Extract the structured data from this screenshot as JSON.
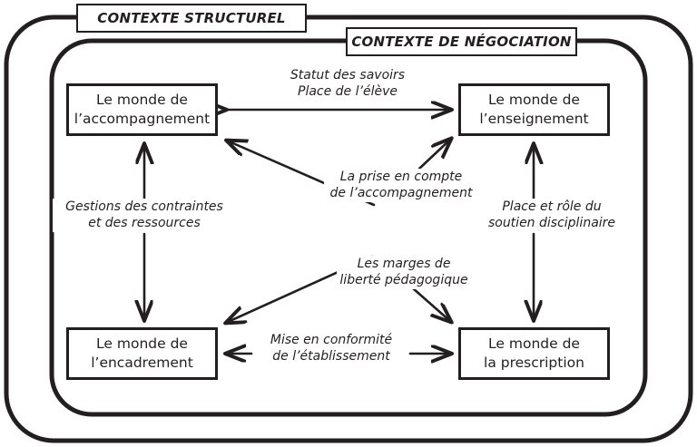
{
  "diagram": {
    "title": "Contexte structurel / Contexte de négociation",
    "frames": [
      {
        "id": "structurel",
        "label": "CONTEXTE STRUCTUREL"
      },
      {
        "id": "negociation",
        "label": "CONTEXTE DE NÉGOCIATION"
      }
    ],
    "nodes": [
      {
        "id": "accompagnement",
        "line1": "Le monde de",
        "line2": "l’accompagnement"
      },
      {
        "id": "enseignement",
        "line1": "Le monde de",
        "line2": "l’enseignement"
      },
      {
        "id": "encadrement",
        "line1": "Le monde de",
        "line2": "l’encadrement"
      },
      {
        "id": "prescription",
        "line1": "Le monde de",
        "line2": "la prescription"
      }
    ],
    "edges": [
      {
        "id": "top",
        "from": "accompagnement",
        "to": "enseignement",
        "direction": "both",
        "line1": "Statut des savoirs",
        "line2": "Place de l’élève"
      },
      {
        "id": "left",
        "from": "accompagnement",
        "to": "encadrement",
        "direction": "both",
        "line1": "Gestions des contraintes",
        "line2": "et des ressources"
      },
      {
        "id": "right",
        "from": "enseignement",
        "to": "prescription",
        "direction": "both",
        "line1": "Place et rôle du",
        "line2": "soutien disciplinaire"
      },
      {
        "id": "bottom",
        "from": "encadrement",
        "to": "prescription",
        "direction": "both",
        "line1": "Mise en conformité",
        "line2": "de l’établissement"
      },
      {
        "id": "diagonal-encadrement-enseignement",
        "from": "encadrement",
        "to": "enseignement",
        "direction": "both",
        "line1": "La prise en compte",
        "line2": "de l’accompagnement"
      },
      {
        "id": "diagonal-accompagnement-prescription",
        "from": "accompagnement",
        "to": "prescription",
        "direction": "both",
        "line1": "Les marges de",
        "line2": "liberté pédagogique"
      }
    ],
    "colors": {
      "ink": "#231f20",
      "background": "#ffffff"
    }
  }
}
